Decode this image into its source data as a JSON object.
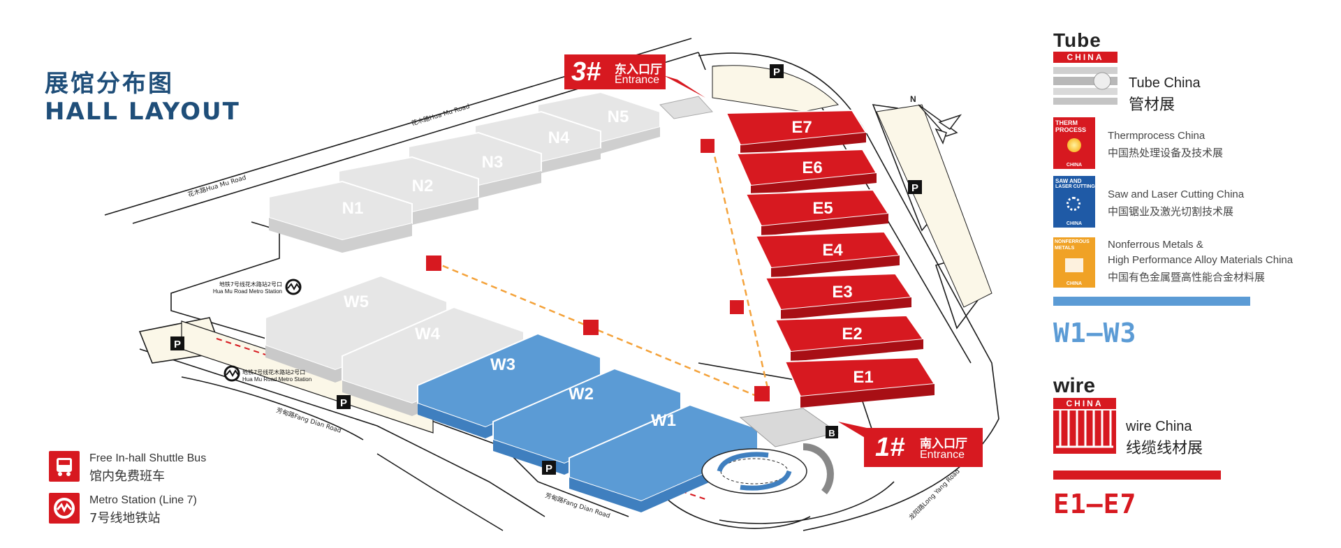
{
  "title": {
    "cn": "展馆分布图",
    "en": "HALL LAYOUT"
  },
  "colors": {
    "brand_blue": "#1f4e79",
    "accent_red": "#d71920",
    "hall_grey": "#e3e3e3",
    "hall_blue": "#5b9bd5",
    "hall_red": "#d71920",
    "bar_blue": "#5b9bd5"
  },
  "halls": {
    "north": [
      "N1",
      "N2",
      "N3",
      "N4",
      "N5"
    ],
    "west_grey": [
      "W5",
      "W4"
    ],
    "west_blue": [
      "W3",
      "W2",
      "W1"
    ],
    "east": [
      "E7",
      "E6",
      "E5",
      "E4",
      "E3",
      "E2",
      "E1"
    ]
  },
  "roads": {
    "hua_mu": "花木路Hua Mu Road",
    "fang_dian": "芳甸路Fang Dian Road",
    "long_yang": "龙阳路Long Yang Road"
  },
  "metro_stations": {
    "north_cn": "地铁7号线花木路站2号口",
    "north_en": "Hua Mu Road Metro Station",
    "south_cn": "地铁7号线花木路站2号口",
    "south_en": "Hua Mu Road Metro Station"
  },
  "map_marks": {
    "parking": "P",
    "bus_stop": "B"
  },
  "entrances": {
    "east": {
      "num": "3#",
      "cn": "东入口厅",
      "en": "Entrance"
    },
    "south": {
      "num": "1#",
      "cn": "南入口厅",
      "en": "Entrance"
    }
  },
  "legend": [
    {
      "icon": "shuttle-bus-icon",
      "en": "Free In-hall Shuttle Bus",
      "cn": "馆内免费班车"
    },
    {
      "icon": "metro-icon",
      "en": "Metro Station (Line 7)",
      "cn": "7号线地铁站"
    }
  ],
  "exhibitions": {
    "tube": {
      "logo_word": "Tube",
      "logo_sub": "CHINA",
      "name_en": "Tube China",
      "name_cn": "管材展"
    },
    "thermprocess": {
      "badge_line1": "THERM",
      "badge_line2": "PROCESS",
      "badge_sub": "CHINA",
      "name_en": "Thermprocess China",
      "name_cn": "中国热处理设备及技术展"
    },
    "saw": {
      "badge_line1": "SAW AND",
      "badge_line2": "LASER CUTTING",
      "badge_sub": "CHINA",
      "name_en": "Saw and Laser Cutting China",
      "name_cn": "中国锯业及激光切割技术展"
    },
    "nonferrous": {
      "badge_line1": "NONFERROUS",
      "badge_line2": "METALS",
      "badge_sub": "CHINA",
      "name_en_1": "Nonferrous Metals &",
      "name_en_2": "High Performance Alloy Materials China",
      "name_cn": "中国有色金属暨高性能合金材料展"
    },
    "blue_range": "W1–W3",
    "wire": {
      "logo_word": "wire",
      "logo_sub": "CHINA",
      "name_en": "wire China",
      "name_cn": "线缆线材展"
    },
    "red_range": "E1–E7"
  }
}
